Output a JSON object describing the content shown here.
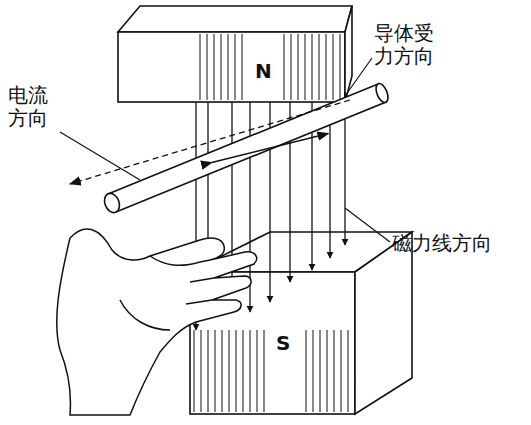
{
  "diagram": {
    "labels": [
      "N",
      "S",
      "电流方向",
      "导体受力方向",
      "磁力线方向"
    ]
  }
}
